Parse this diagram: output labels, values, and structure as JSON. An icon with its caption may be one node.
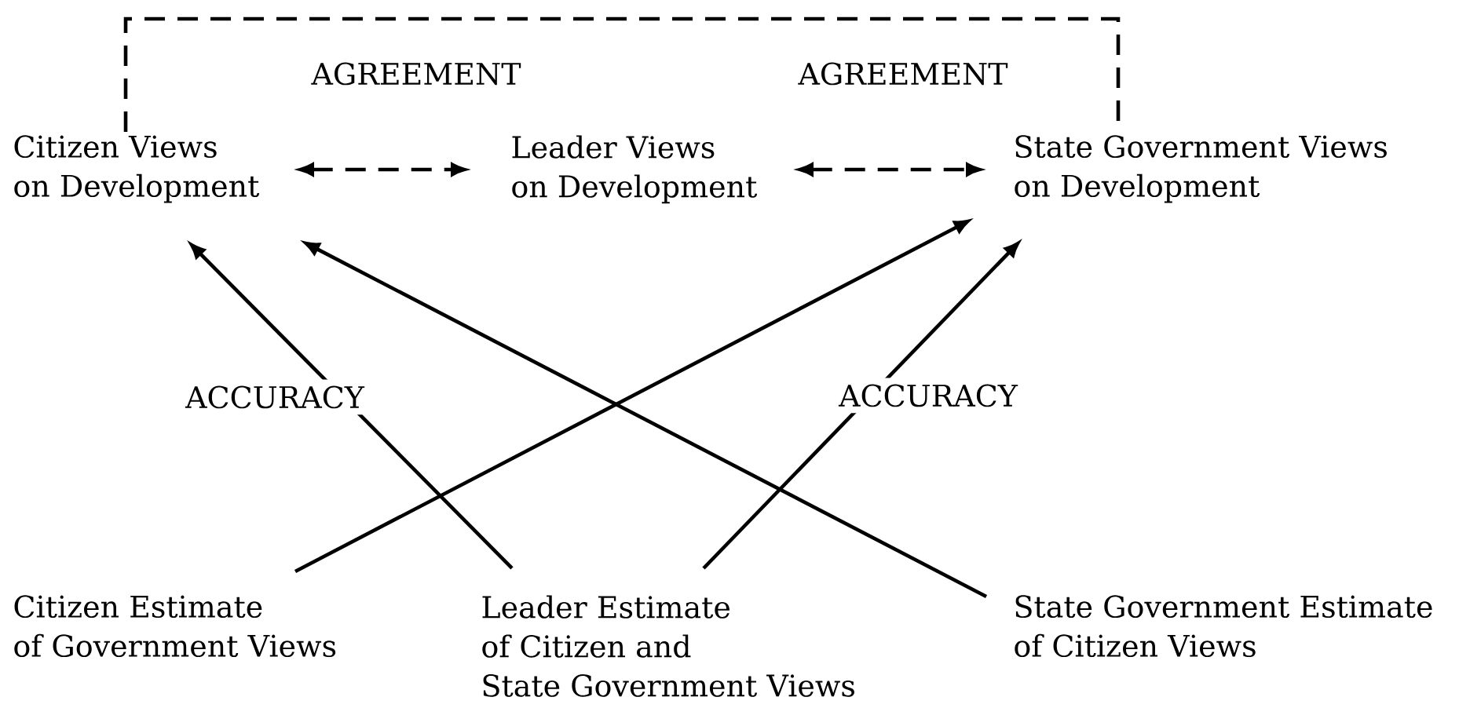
{
  "diagram": {
    "nodes": [
      {
        "text": [
          "Citizen Views on Development"
        ]
      },
      {
        "text": [
          "Leader Views on Development"
        ]
      },
      {
        "text": [
          "State Government Views on Development"
        ]
      },
      {
        "text": [
          "Citizen Estimate of Government Views"
        ]
      },
      {
        "text": [
          "Leader Estimate of Citizen and State Government Views"
        ]
      },
      {
        "text": [
          "State Government Estimate of Citizen Views"
        ]
      }
    ],
    "edges": [
      {
        "from": 0,
        "to": 1,
        "arrow": "both",
        "style": "dashed",
        "label": "AGREEMENT"
      },
      {
        "from": 1,
        "to": 2,
        "arrow": "both",
        "style": "dashed",
        "label": "AGREEMENT"
      },
      {
        "from": 0,
        "to": 2,
        "arrow": "none",
        "style": "dashed"
      },
      {
        "from": 4,
        "to": 0,
        "arrow": "to",
        "label": "ACCURACY"
      },
      {
        "from": 4,
        "to": 2,
        "arrow": "to",
        "label": "ACCURACY"
      },
      {
        "from": 3,
        "to": 2,
        "arrow": "to"
      },
      {
        "from": 5,
        "to": 0,
        "arrow": "to"
      }
    ]
  }
}
